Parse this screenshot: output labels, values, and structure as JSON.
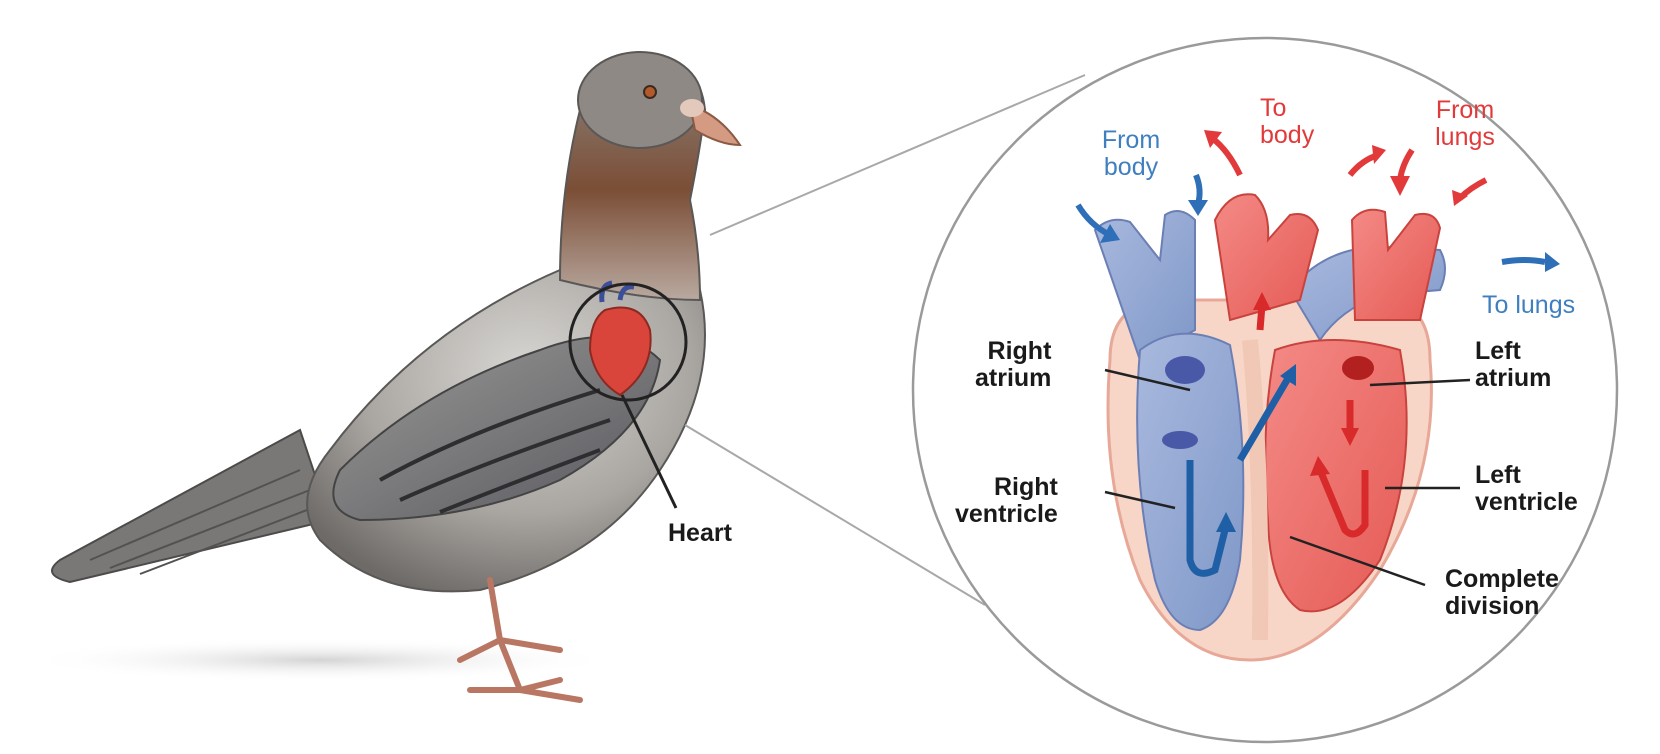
{
  "labels": {
    "heart": "Heart",
    "right_atrium": [
      "Right",
      "atrium"
    ],
    "right_ventricle": [
      "Right",
      "ventricle"
    ],
    "left_atrium": [
      "Left",
      "atrium"
    ],
    "left_ventricle": [
      "Left",
      "ventricle"
    ],
    "complete_division": [
      "Complete",
      "division"
    ],
    "from_body": [
      "From",
      "body"
    ],
    "to_body": [
      "To",
      "body"
    ],
    "from_lungs": [
      "From",
      "lungs"
    ],
    "to_lungs": "To lungs"
  },
  "colors": {
    "oxygenated": "#e23a3a",
    "deoxygenated": "#3f7fc0",
    "label_text": "#1a1a1a",
    "outline": "#9a9a9a"
  }
}
